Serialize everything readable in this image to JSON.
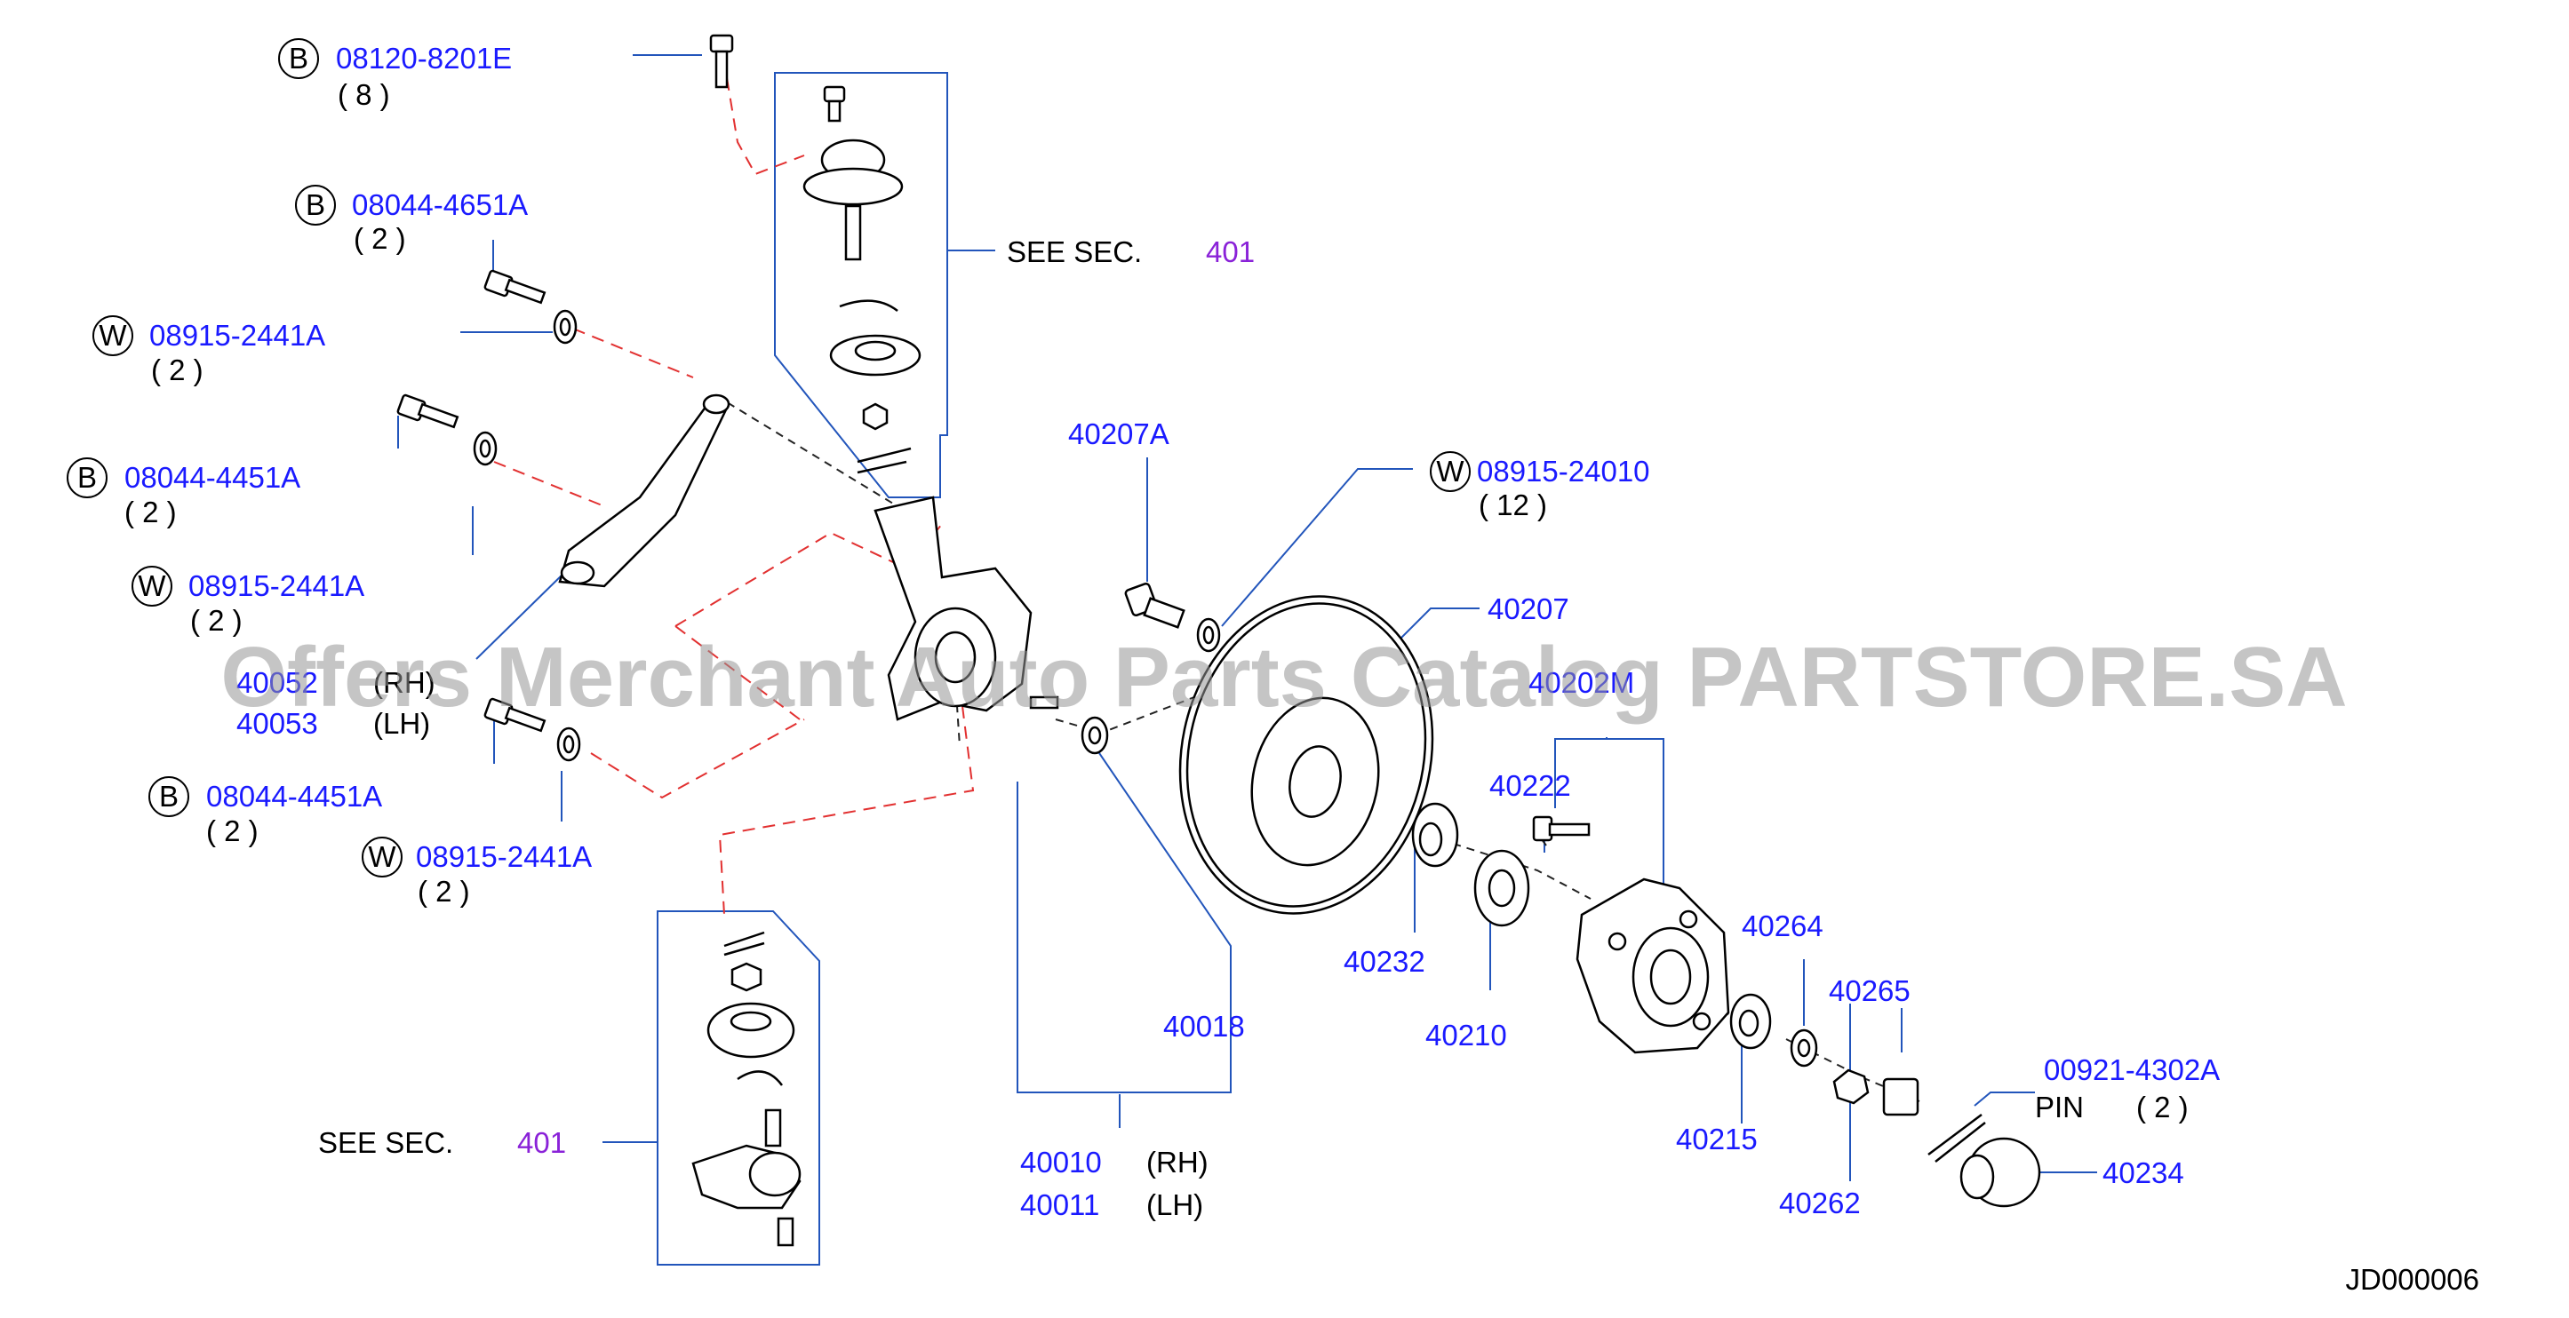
{
  "labels": {
    "p08120": "08120-8201E",
    "q8": "( 8 )",
    "p08044a": "08044-4651A",
    "q2a": "( 2 )",
    "p08915a": "08915-2441A",
    "q2b": "( 2 )",
    "p08044b": "08044-4451A",
    "q2c": "( 2 )",
    "p08915b": "08915-2441A",
    "q2d": "( 2 )",
    "p4005x": "40052",
    "rh1": "(RH)",
    "p40053": "40053",
    "lh1": "(LH)",
    "p08044c": "08044-4451A",
    "q2e": "( 2 )",
    "p08915c": "08915-2441A",
    "q2f": "( 2 )",
    "see1": "SEE SEC.",
    "sec1": "401",
    "see2": "SEE SEC.",
    "sec2": "401",
    "p40207A": "40207A",
    "p08915d": "08915-24010",
    "q12": "( 12 )",
    "p40207": "40207",
    "p40202M": "40202M",
    "p40222": "40222",
    "p40232": "40232",
    "p40210": "40210",
    "p40018": "40018",
    "p40010": "40010",
    "rh2": "(RH)",
    "p40011": "40011",
    "lh2": "(LH)",
    "p40264": "40264",
    "p40265": "40265",
    "p00921": "00921-4302A",
    "pin": "PIN",
    "q2g": "( 2 )",
    "p40215": "40215",
    "p40262": "40262",
    "p40234": "40234",
    "diagram_id": "JD000006"
  },
  "markers": {
    "bolt": "B",
    "washer": "W"
  },
  "watermark": "Offers Merchant Auto Parts Catalog PARTSTORE.SA",
  "colors": {
    "part_number": "#1a1aff",
    "section_ref": "#8a22d8",
    "leader_line": "#2255bb",
    "red_dash": "#e23030"
  }
}
